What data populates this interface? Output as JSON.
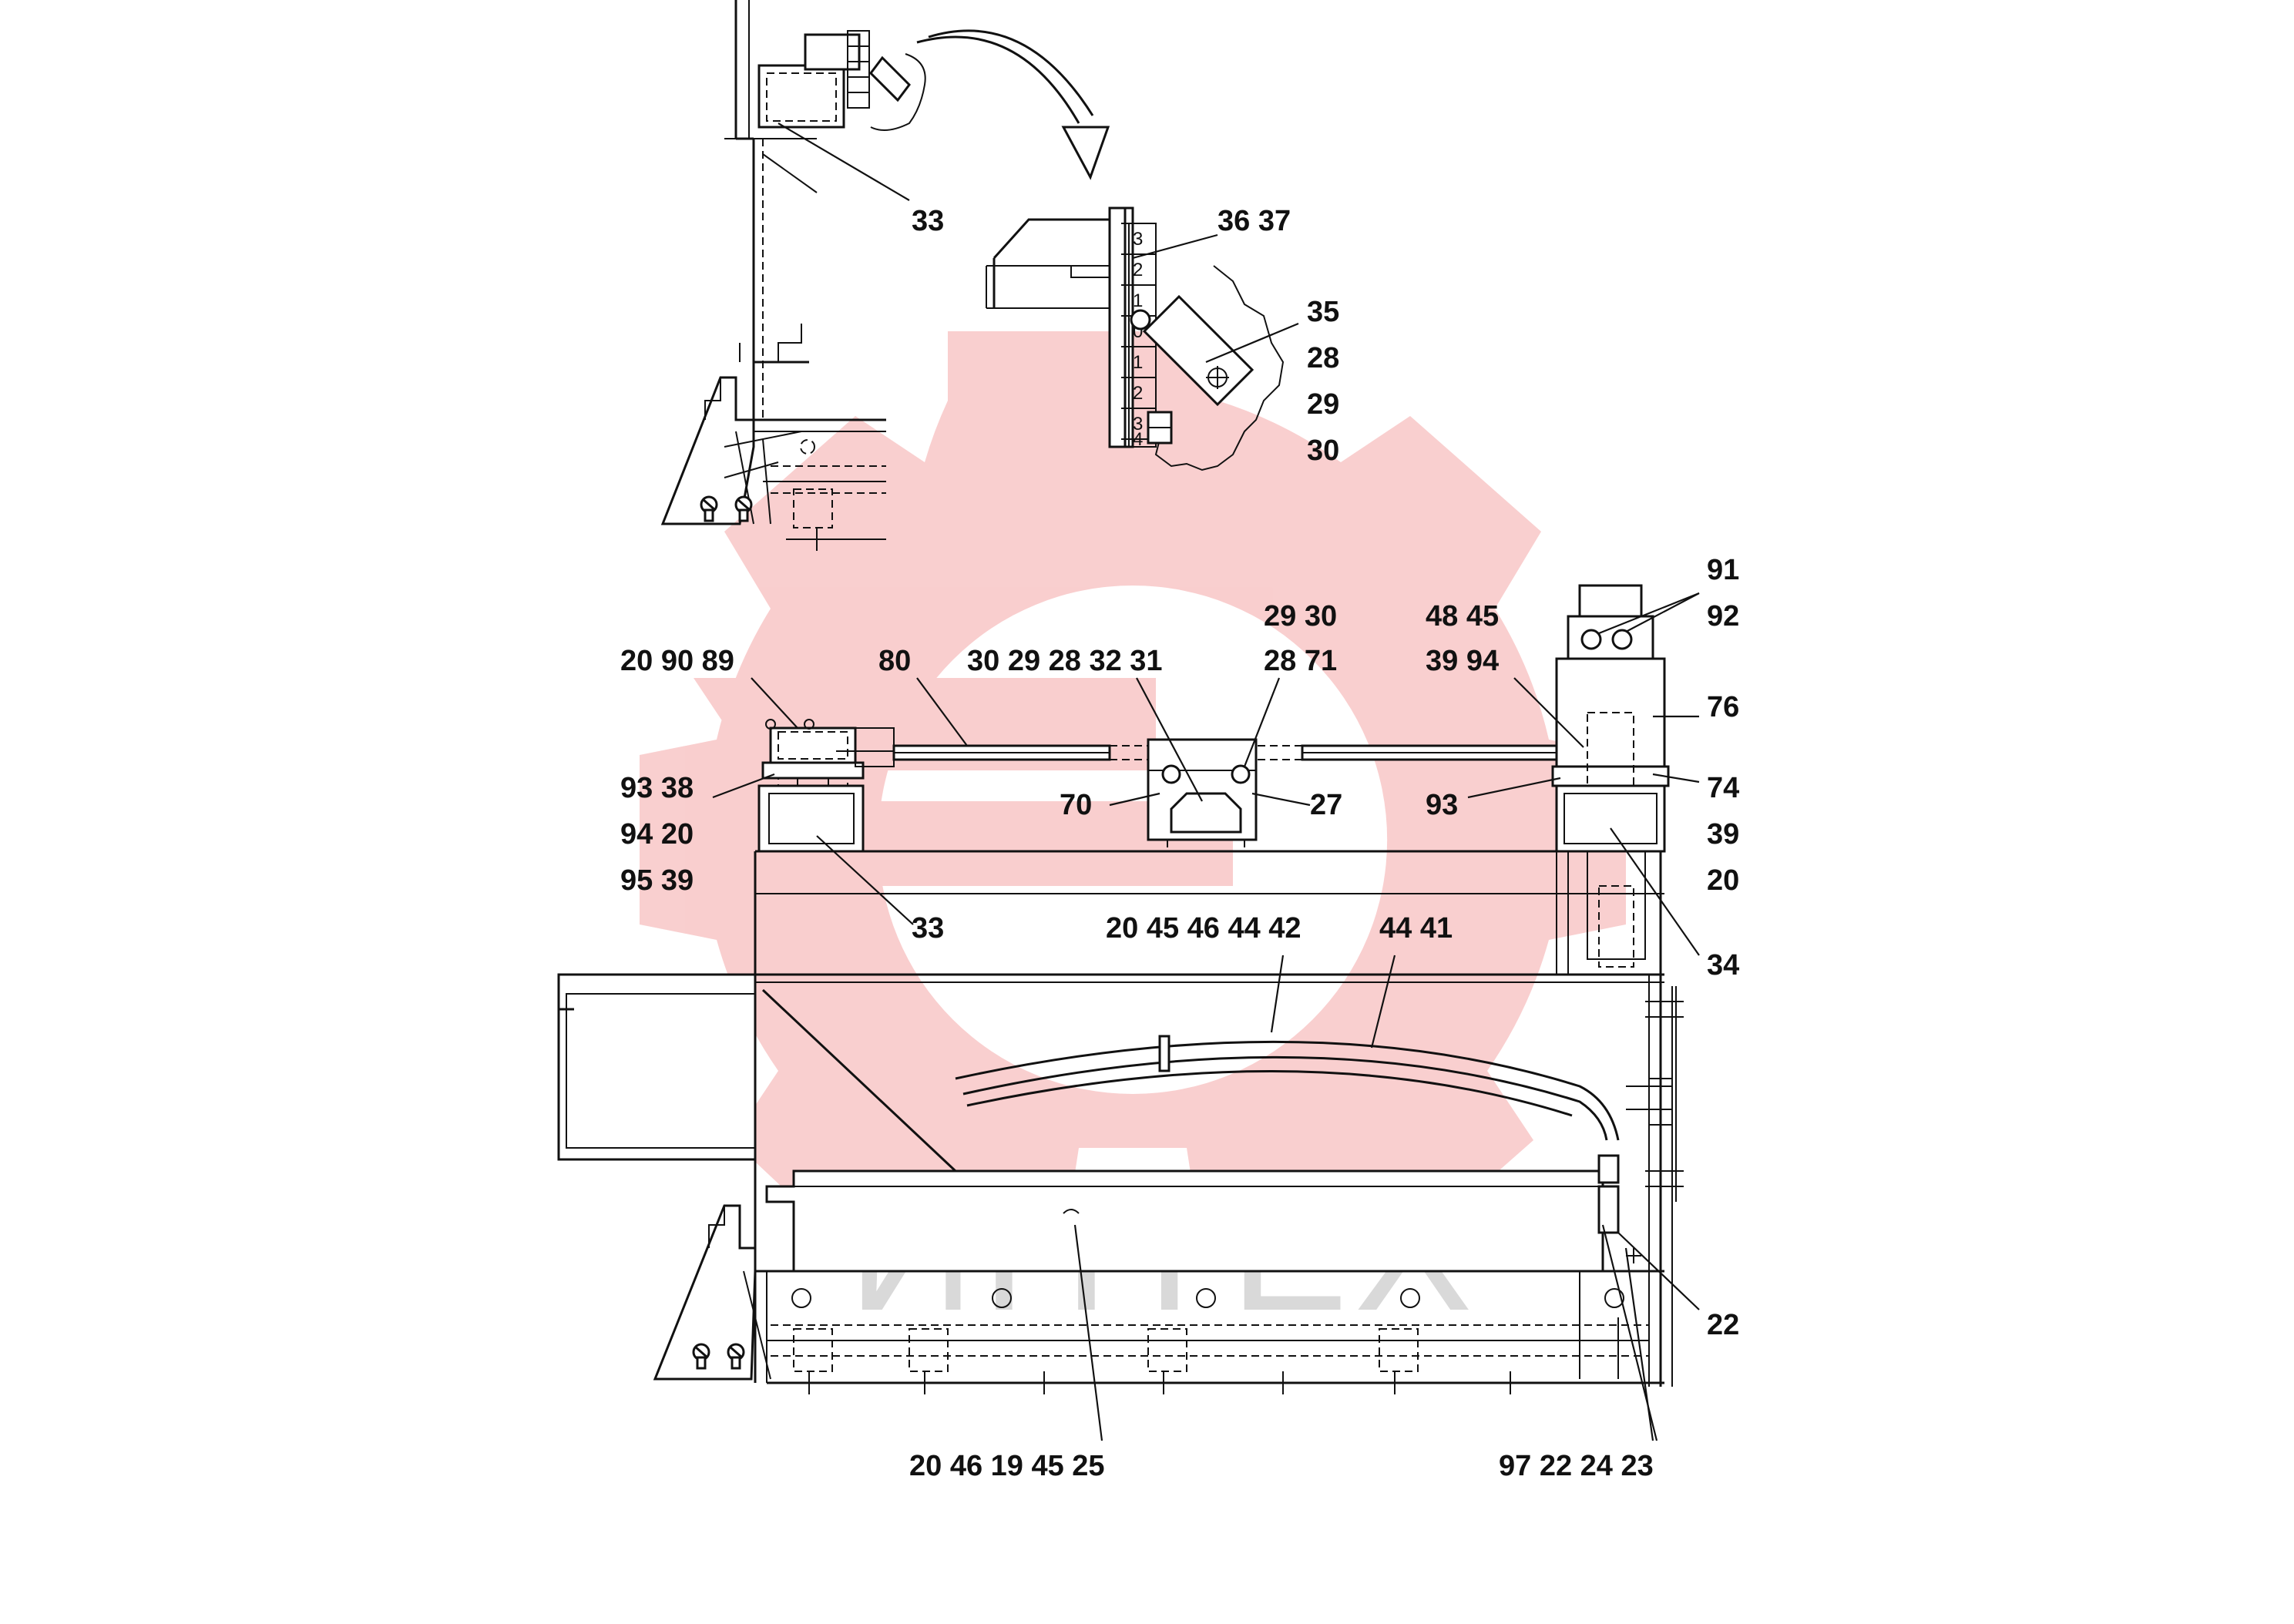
{
  "watermark": {
    "text": "ИНТЕХ",
    "logo_color": "#f08080"
  },
  "callouts": {
    "top_33": "33",
    "c_36_37": "36 37",
    "c_35": "35",
    "c_28a": "28",
    "c_29a": "29",
    "c_30a": "30",
    "c_91": "91",
    "c_92": "92",
    "c_29_30": "29 30",
    "c_48_45": "48 45",
    "c_20_90_89": "20 90 89",
    "c_80": "80",
    "c_30_29_28_32_31": "30 29 28 32 31",
    "c_28_71": "28 71",
    "c_39_94": "39 94",
    "c_76": "76",
    "c_93_38": "93 38",
    "c_70": "70",
    "c_27": "27",
    "c_93b": "93",
    "c_74": "74",
    "c_94_20": "94 20",
    "c_39b": "39",
    "c_95_39": "95 39",
    "c_20b": "20",
    "c_33b": "33",
    "c_20_45_46_44_42": "20 45 46 44 42",
    "c_44_41": "44 41",
    "c_34": "34",
    "c_22": "22",
    "c_20_46_19_45_25": "20 46 19 45 25",
    "c_97_22_24_23": "97 22 24 23"
  },
  "scale_ticks": [
    "3",
    "2",
    "1",
    "0",
    "1",
    "2",
    "3",
    "4"
  ]
}
